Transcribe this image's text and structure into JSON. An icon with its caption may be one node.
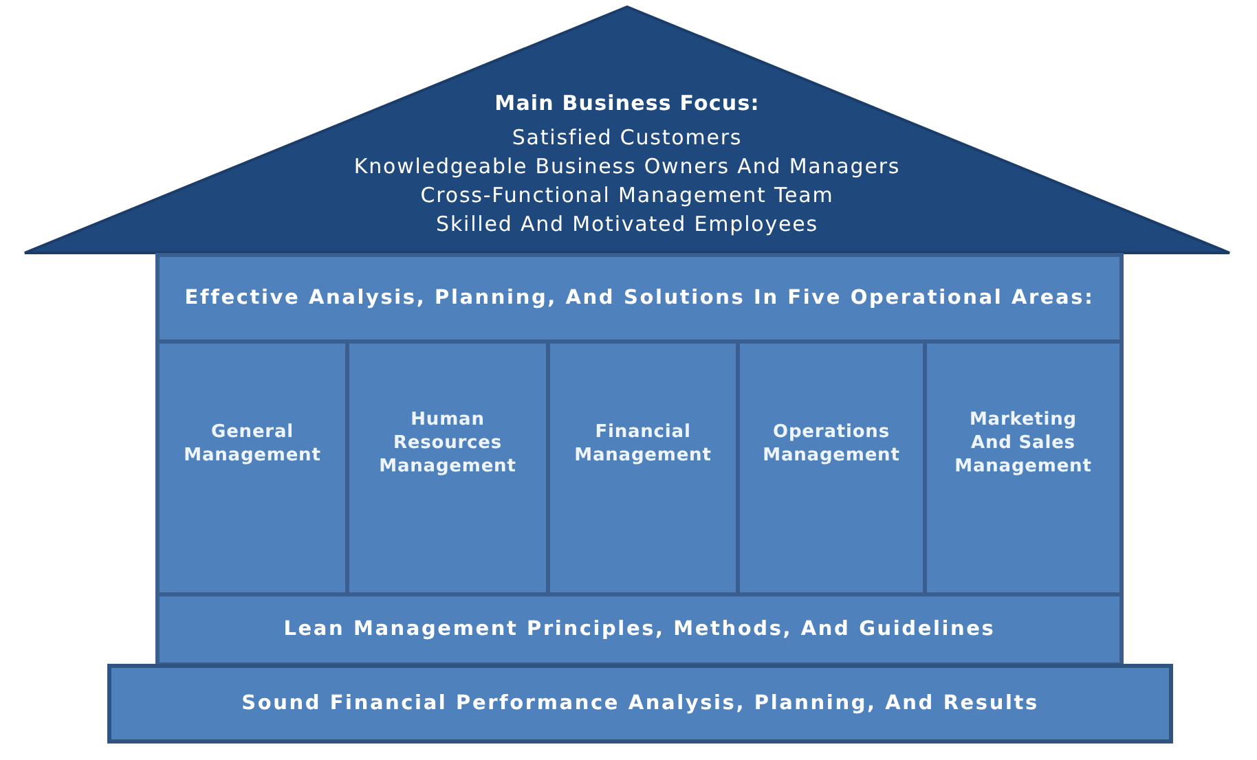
{
  "diagram": {
    "nodes": [
      {
        "text": [
          "Main Business Focus:",
          "Satisfied Customers",
          "Knowledgeable Business Owners And Managers",
          "Cross-Functional Management Team",
          "Skilled And Motivated Employees"
        ]
      },
      {
        "text": [
          "Effective Analysis, Planning, And Solutions In Five Operational Areas:"
        ]
      },
      {
        "text": [
          "General Management"
        ]
      },
      {
        "text": [
          "Human Resources Management"
        ]
      },
      {
        "text": [
          "Financial Management"
        ]
      },
      {
        "text": [
          "Operations Management"
        ]
      },
      {
        "text": [
          "Marketing And Sales Management"
        ]
      },
      {
        "text": [
          "Lean Management Principles, Methods, And Guidelines"
        ]
      },
      {
        "text": [
          "Sound Financial Performance Analysis, Planning, And Results"
        ]
      }
    ]
  }
}
